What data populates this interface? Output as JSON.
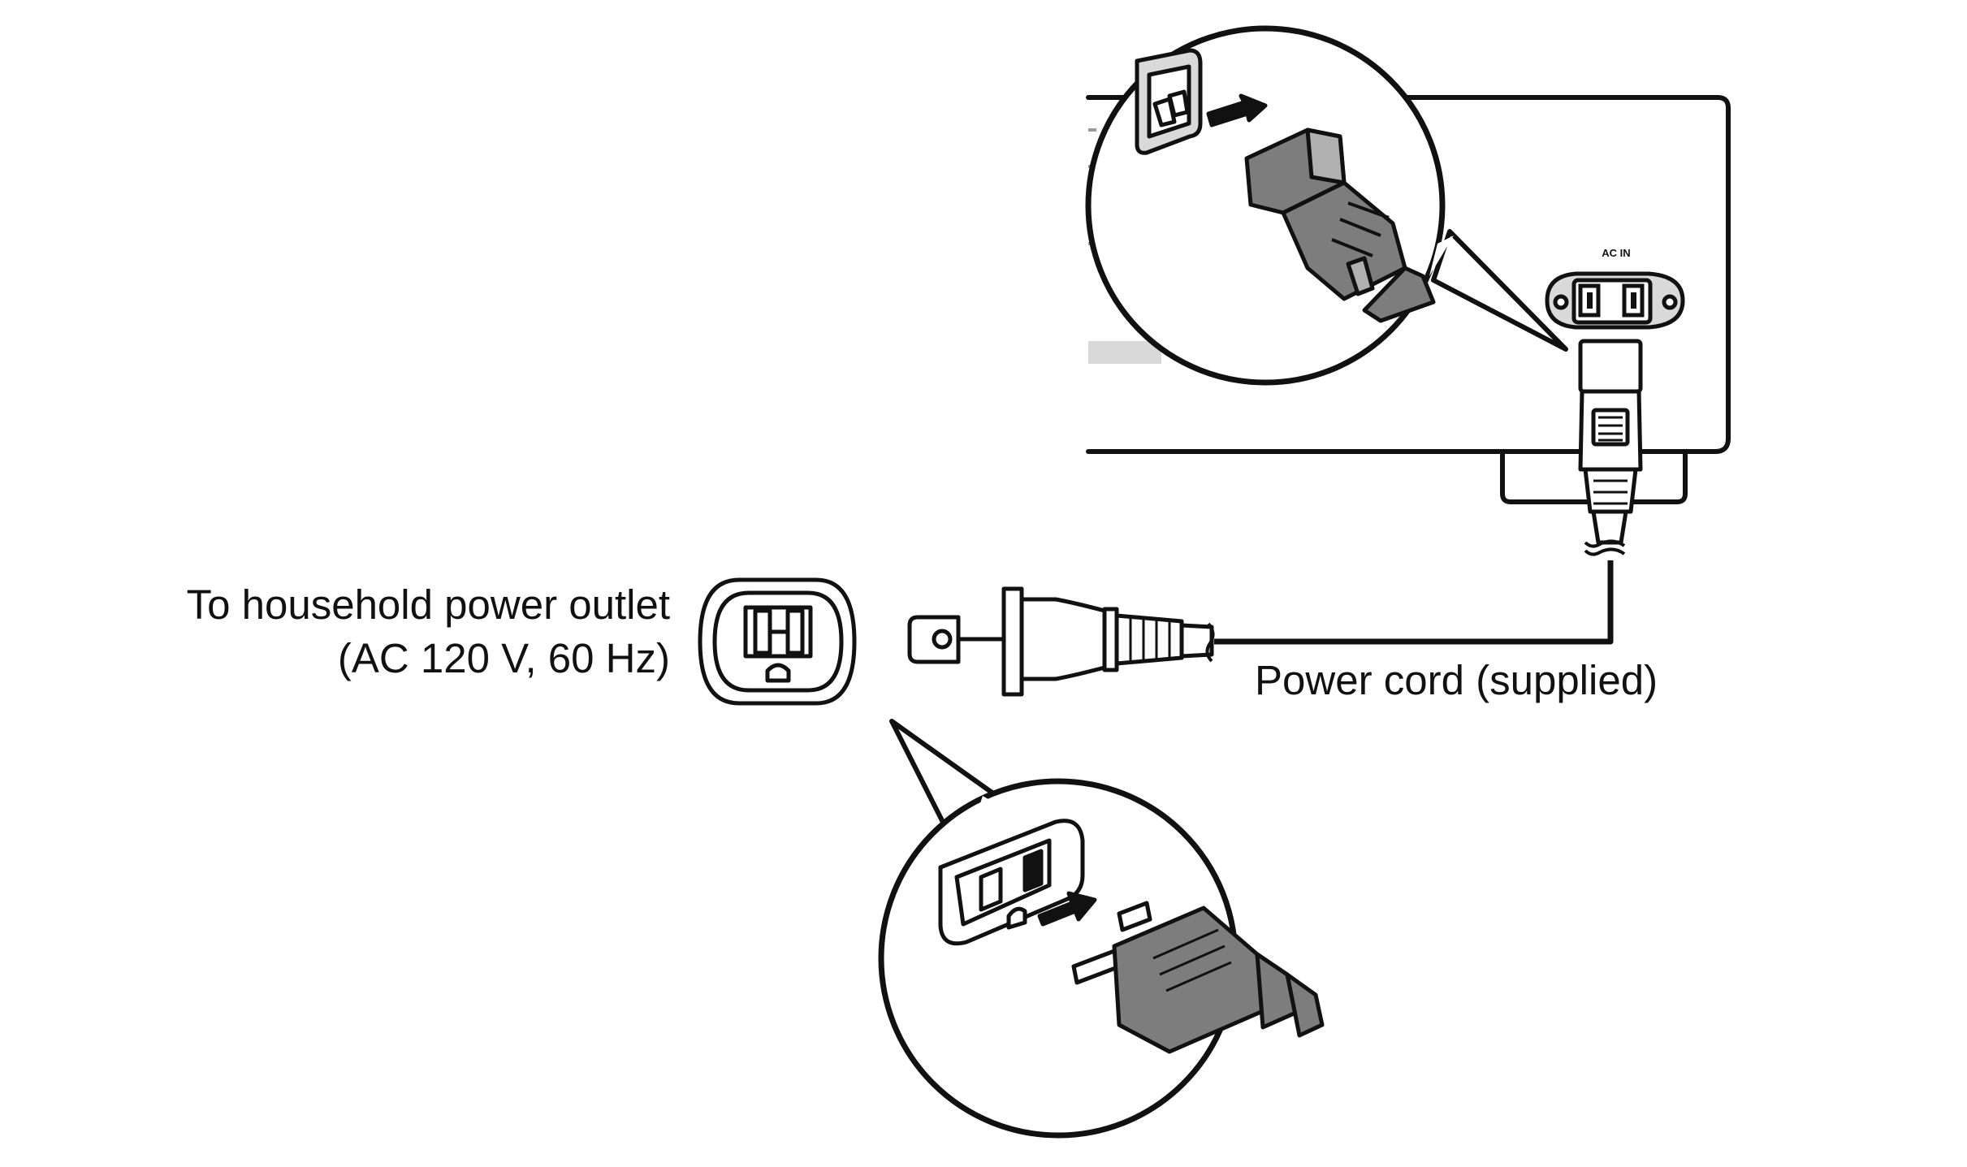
{
  "labels": {
    "outlet_line1": "To household power outlet",
    "outlet_line2": "(AC 120 V, 60 Hz)",
    "power_cord": "Power cord (supplied)",
    "ac_in": "AC IN"
  },
  "colors": {
    "line": "#111111",
    "plug_fill": "#7d7d7d",
    "panel_fill": "#d9d9d9",
    "background": "#ffffff"
  }
}
